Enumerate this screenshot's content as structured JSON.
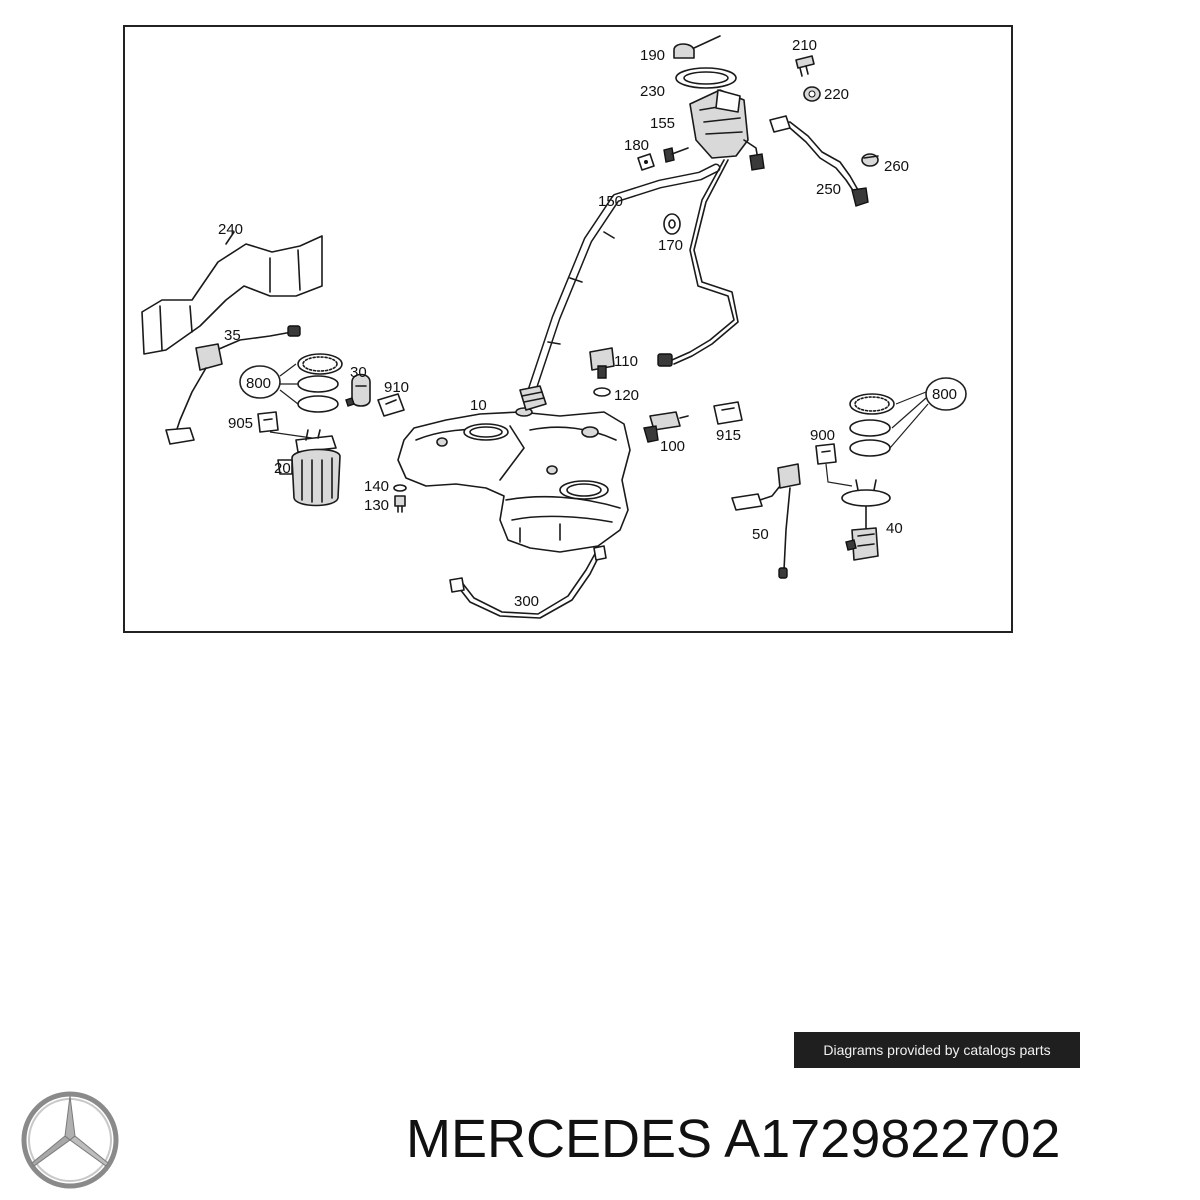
{
  "diagram": {
    "callouts": [
      "190",
      "210",
      "230",
      "220",
      "155",
      "180",
      "260",
      "250",
      "150",
      "170",
      "240",
      "35",
      "110",
      "120",
      "800",
      "30",
      "910",
      "10",
      "905",
      "100",
      "915",
      "900",
      "800",
      "20",
      "140",
      "130",
      "50",
      "40",
      "300"
    ]
  },
  "footer": {
    "watermark": "Diagrams provided by catalogs parts",
    "brand": "MERCEDES",
    "part_number": "A1729822702"
  },
  "icons": [
    "mercedes-star-icon"
  ]
}
